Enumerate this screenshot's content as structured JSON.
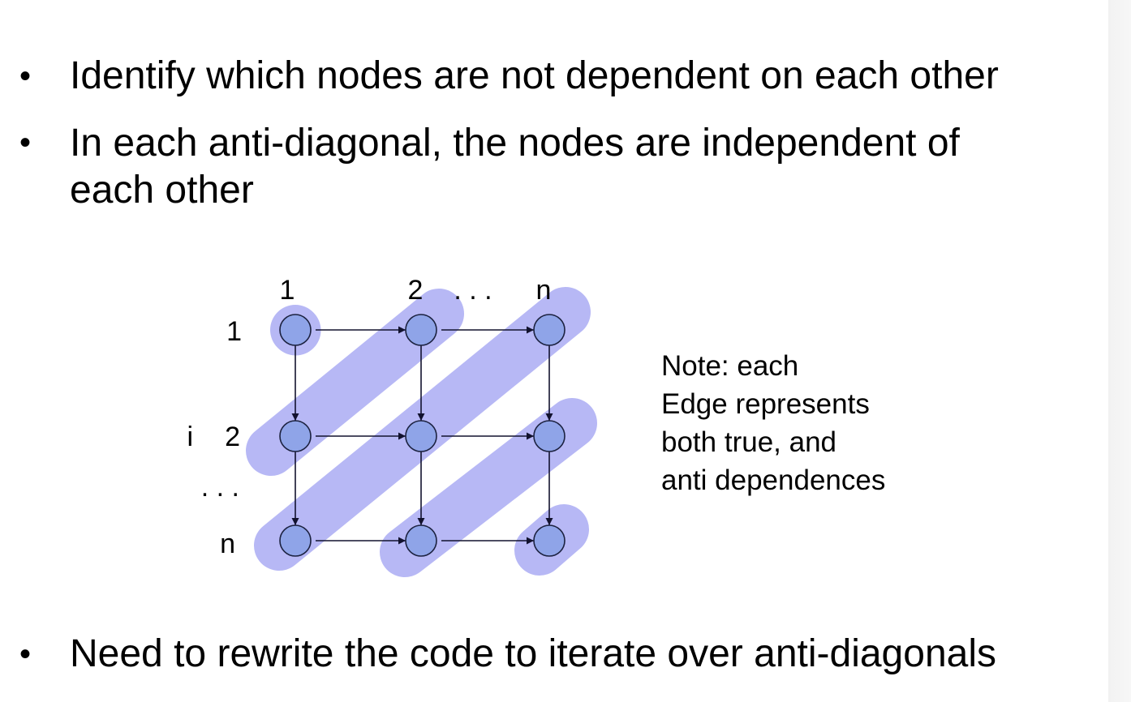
{
  "bullets": [
    {
      "marker": "•",
      "text": "Identify which nodes are not dependent on each other"
    },
    {
      "marker": "•",
      "text": "In each anti-diagonal, the nodes are independent of\neach other"
    },
    {
      "marker": "•",
      "text": "Need to rewrite the code to iterate over anti-diagonals"
    }
  ],
  "diagram": {
    "column_labels": [
      "1",
      "2",
      "n"
    ],
    "column_ellipsis": ". . .",
    "row_labels": [
      "1",
      "2",
      "n"
    ],
    "row_ellipsis": ". . .",
    "row_axis_label": "i",
    "node_fill": "#8fa4e8",
    "node_stroke": "#1c2240",
    "highlight_fill": "#b7b8f5",
    "edge_color": "#12122e"
  },
  "note": {
    "lines": [
      "Note: each",
      "Edge represents",
      "both true, and",
      "anti dependences"
    ]
  }
}
